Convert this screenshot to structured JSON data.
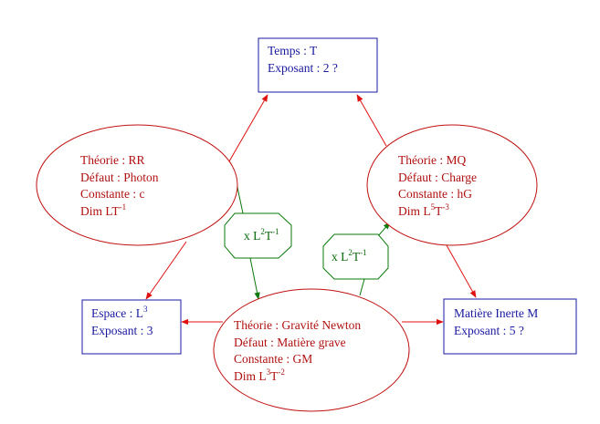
{
  "boxes": {
    "temps": {
      "line1": "Temps : T",
      "line2": "Exposant : 2 ?"
    },
    "espace": {
      "line1a": "Espace : L",
      "line1sup": "3",
      "line2": "Exposant : 3"
    },
    "matiere": {
      "line1": "Matière Inerte M",
      "line2": "Exposant : 5 ?"
    }
  },
  "theories": {
    "rr": {
      "theorie": "Théorie : RR",
      "defaut": "Défaut : Photon",
      "constante": "Constante : c",
      "dim_base": "Dim LT",
      "dim_sup": "-1"
    },
    "mq": {
      "theorie": "Théorie : MQ",
      "defaut": "Défaut : Charge",
      "constante": "Constante : hG",
      "dim_base1": "Dim L",
      "dim_sup1": "5",
      "dim_base2": "T",
      "dim_sup2": "-3"
    },
    "newton": {
      "theorie": "Théorie : Gravité Newton",
      "defaut": "Défaut : Matière grave",
      "constante": "Constante : GM",
      "dim_base1": "Dim L",
      "dim_sup1": "3",
      "dim_base2": "T",
      "dim_sup2": "-2"
    }
  },
  "transforms": {
    "left": {
      "prefix": "x L",
      "sup1": "2",
      "mid": "T",
      "sup2": "-1"
    },
    "right": {
      "prefix": "x L",
      "sup1": "2",
      "mid": "T",
      "sup2": "-1"
    }
  },
  "colors": {
    "box": "#1a1aa0",
    "theory": "#c01010",
    "transform": "#0a7a0a"
  }
}
